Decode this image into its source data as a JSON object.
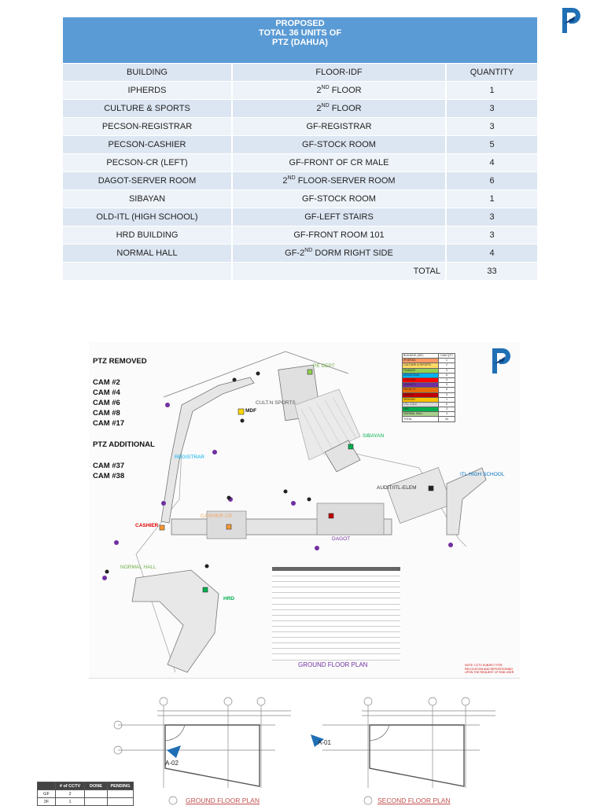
{
  "proposed_table": {
    "title_lines": [
      "PROPOSED",
      "TOTAL 36 UNITS OF",
      "PTZ (DAHUA)"
    ],
    "headers": [
      "BUILDING",
      "FLOOR-IDF",
      "QUANTITY"
    ],
    "rows": [
      {
        "building": "IPHERDS",
        "floor_pre": "2",
        "floor_sup": "ND",
        "floor_post": " FLOOR",
        "qty": "1"
      },
      {
        "building": "CULTURE & SPORTS",
        "floor_pre": "2",
        "floor_sup": "ND",
        "floor_post": " FLOOR",
        "qty": "3"
      },
      {
        "building": "PECSON-REGISTRAR",
        "floor_pre": "GF-REGISTRAR",
        "floor_sup": "",
        "floor_post": "",
        "qty": "3"
      },
      {
        "building": "PECSON-CASHIER",
        "floor_pre": "GF-STOCK ROOM",
        "floor_sup": "",
        "floor_post": "",
        "qty": "5"
      },
      {
        "building": "PECSON-CR (LEFT)",
        "floor_pre": "GF-FRONT OF CR MALE",
        "floor_sup": "",
        "floor_post": "",
        "qty": "4"
      },
      {
        "building": "DAGOT-SERVER ROOM",
        "floor_pre": "2",
        "floor_sup": "ND",
        "floor_post": " FLOOR-SERVER ROOM",
        "qty": "6"
      },
      {
        "building": "SIBAYAN",
        "floor_pre": "GF-STOCK ROOM",
        "floor_sup": "",
        "floor_post": "",
        "qty": "1"
      },
      {
        "building": "OLD-ITL (HIGH SCHOOL)",
        "floor_pre": "GF-LEFT STAIRS",
        "floor_sup": "",
        "floor_post": "",
        "qty": "3"
      },
      {
        "building": "HRD BUILDING",
        "floor_pre": "GF-FRONT ROOM 101",
        "floor_sup": "",
        "floor_post": "",
        "qty": "3"
      },
      {
        "building": "NORMAL HALL",
        "floor_pre": "GF-2",
        "floor_sup": "ND",
        "floor_post": " DORM RIGHT SIDE",
        "qty": "4"
      }
    ],
    "total_label": "TOTAL",
    "total_value": "33"
  },
  "floor_plan": {
    "ptz_removed_title": "PTZ REMOVED",
    "removed_cams": [
      "CAM #2",
      "CAM #4",
      "CAM #6",
      "CAM #8",
      "CAM #17"
    ],
    "ptz_additional_title": "PTZ ADDITIONAL",
    "additional_cams": [
      "CAM #37",
      "CAM #38"
    ],
    "labels": {
      "pe_dept": "PE DEPT",
      "cult_sports": "CULT.N SPORTS",
      "mdf": "MDF",
      "sibayan": "SIBAYAN",
      "registrar": "REGISTRAR",
      "itl_high_school": "ITL HIGH SCHOOL",
      "audit_itl_elem": "AUDIT/ITL-ELEM",
      "cashier": "CASHIER",
      "cashier_cr": "CASHIER CR",
      "dagot": "DAGOT",
      "normal_hall": "NORMAL HALL",
      "hrd": "HRD"
    },
    "ground_floor_title": "GROUND FLOOR PLAN",
    "note": "NOTE: CCTV SUBJECT FOR RELOCATION AND REPOSITIONING UPON THE REQUEST OF END USER",
    "legend": {
      "headers": [
        "BUILDING (IDF)",
        "CAM QTY"
      ],
      "rows": [
        {
          "name": "IPHERDS",
          "qty": "1",
          "color": "#ff9966"
        },
        {
          "name": "CULTURE & SPORTS",
          "qty": "2",
          "color": "#ffd966"
        },
        {
          "name": "FINANCE",
          "qty": "3",
          "color": "#92d050"
        },
        {
          "name": "REGISTRAR",
          "qty": "6",
          "color": "#00b0f0"
        },
        {
          "name": "CASHIER",
          "qty": "4",
          "color": "#ff0000"
        },
        {
          "name": "CR(LEFT)",
          "qty": "3",
          "color": "#7030a0"
        },
        {
          "name": "FACULTY",
          "qty": "5",
          "color": "#e46c0a"
        },
        {
          "name": "DAGOT",
          "qty": "3",
          "color": "#c00000"
        },
        {
          "name": "SIBAYAN",
          "qty": "1",
          "color": "#ffc000"
        },
        {
          "name": "I.T.L. 1 & 2",
          "qty": "6",
          "color": "#d9d9d9"
        },
        {
          "name": "HRD",
          "qty": "3",
          "color": "#00b050"
        },
        {
          "name": "NORMAL HALL",
          "qty": "4",
          "color": "#a9d08e"
        },
        {
          "name": "TOTAL",
          "qty": "33",
          "color": "#ffffff"
        }
      ]
    }
  },
  "bottom": {
    "cam_a02": "A-02",
    "cam_a01": "A-01",
    "ground_floor_plan": "GROUND FLOOR PLAN",
    "second_floor_plan": "SECOND FLOOR PLAN",
    "cctv_table": {
      "headers": [
        "",
        "# of CCTV",
        "DONE",
        "PENDING"
      ],
      "rows": [
        [
          "GF",
          "2",
          "",
          ""
        ],
        [
          "2F",
          "1",
          "",
          ""
        ]
      ]
    }
  },
  "colors": {
    "header_blue": "#5b9bd5",
    "row_light": "#dce6f2",
    "row_lighter": "#eef3f9",
    "logo_blue": "#1f6fb5"
  }
}
